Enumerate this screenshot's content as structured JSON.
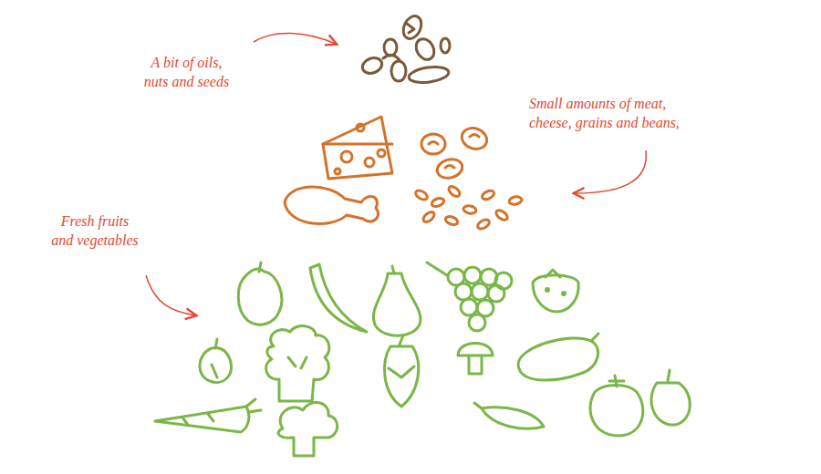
{
  "diagram": {
    "labels": [
      "A bit of oils, nuts and seeds",
      "Small amounts of meat, cheese, grains and beans,",
      "Fresh fruits and vegetables"
    ]
  }
}
